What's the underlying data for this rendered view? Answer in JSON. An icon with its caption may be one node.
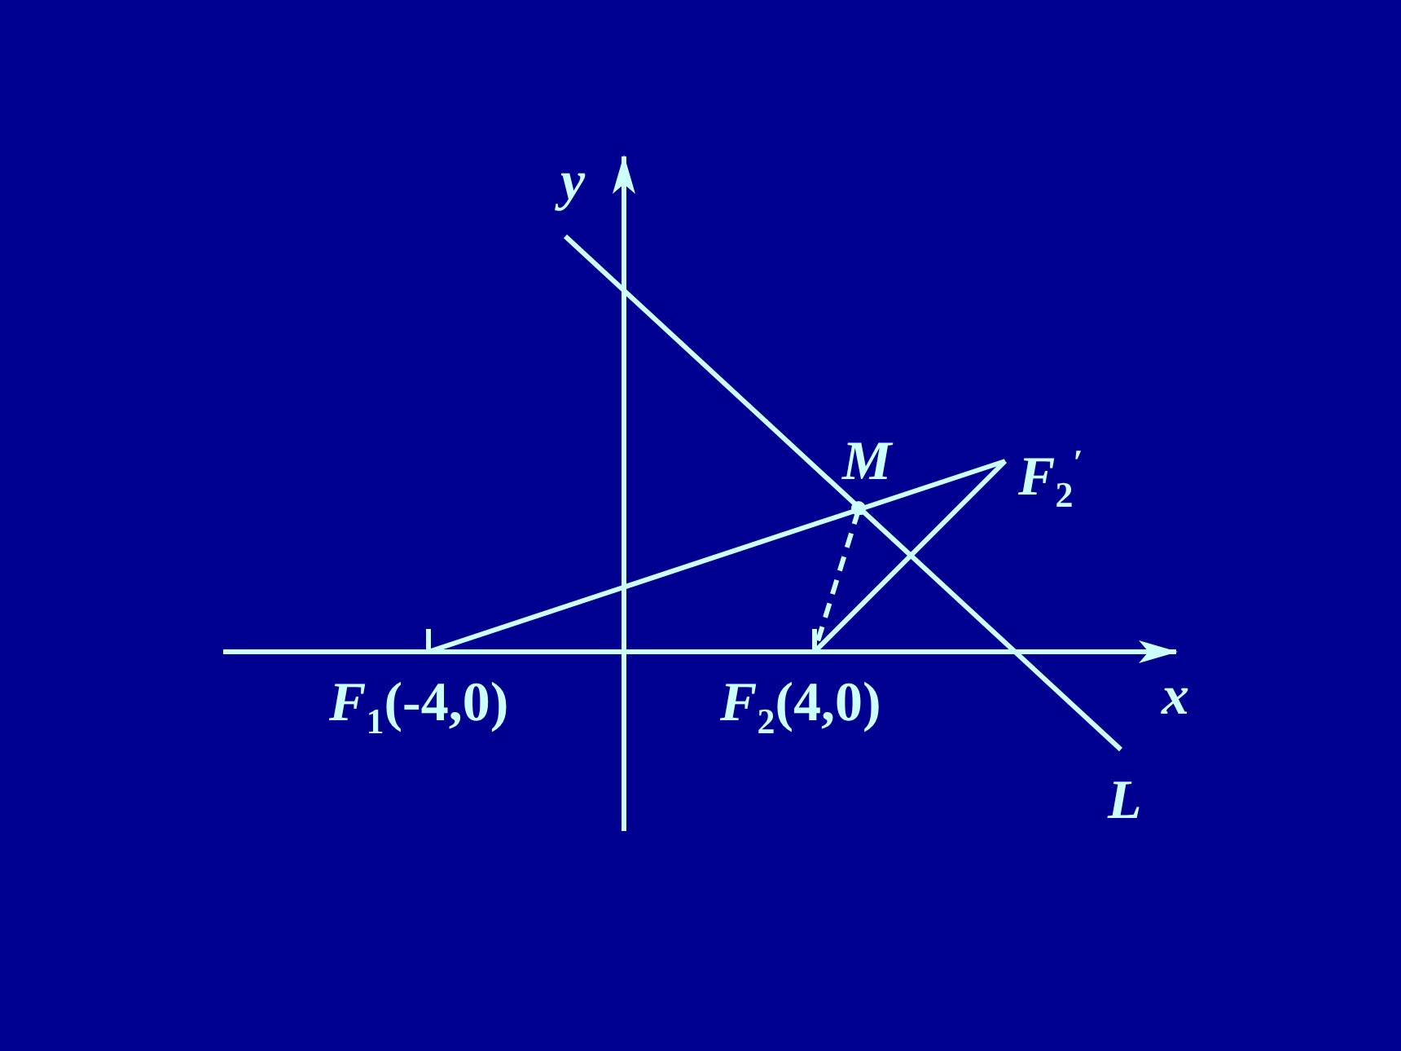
{
  "diagram": {
    "nodes": [
      {
        "text": [
          "*F*$_{1}$(-4,0)"
        ]
      },
      {
        "text": [
          "*F*$_{2}$(4,0)"
        ]
      },
      {
        "text": [
          "M"
        ]
      },
      {
        "text": [
          "*F*$_{2}$$^{′}$"
        ]
      }
    ],
    "edges": [
      {
        "from": 0,
        "to": 3,
        "arrow": "none"
      },
      {
        "from": 2,
        "to": 1,
        "arrow": "none",
        "style": "dashed"
      },
      {
        "from": 1,
        "to": 3,
        "arrow": "none"
      }
    ],
    "labels": [
      "y",
      "x",
      "L"
    ]
  }
}
